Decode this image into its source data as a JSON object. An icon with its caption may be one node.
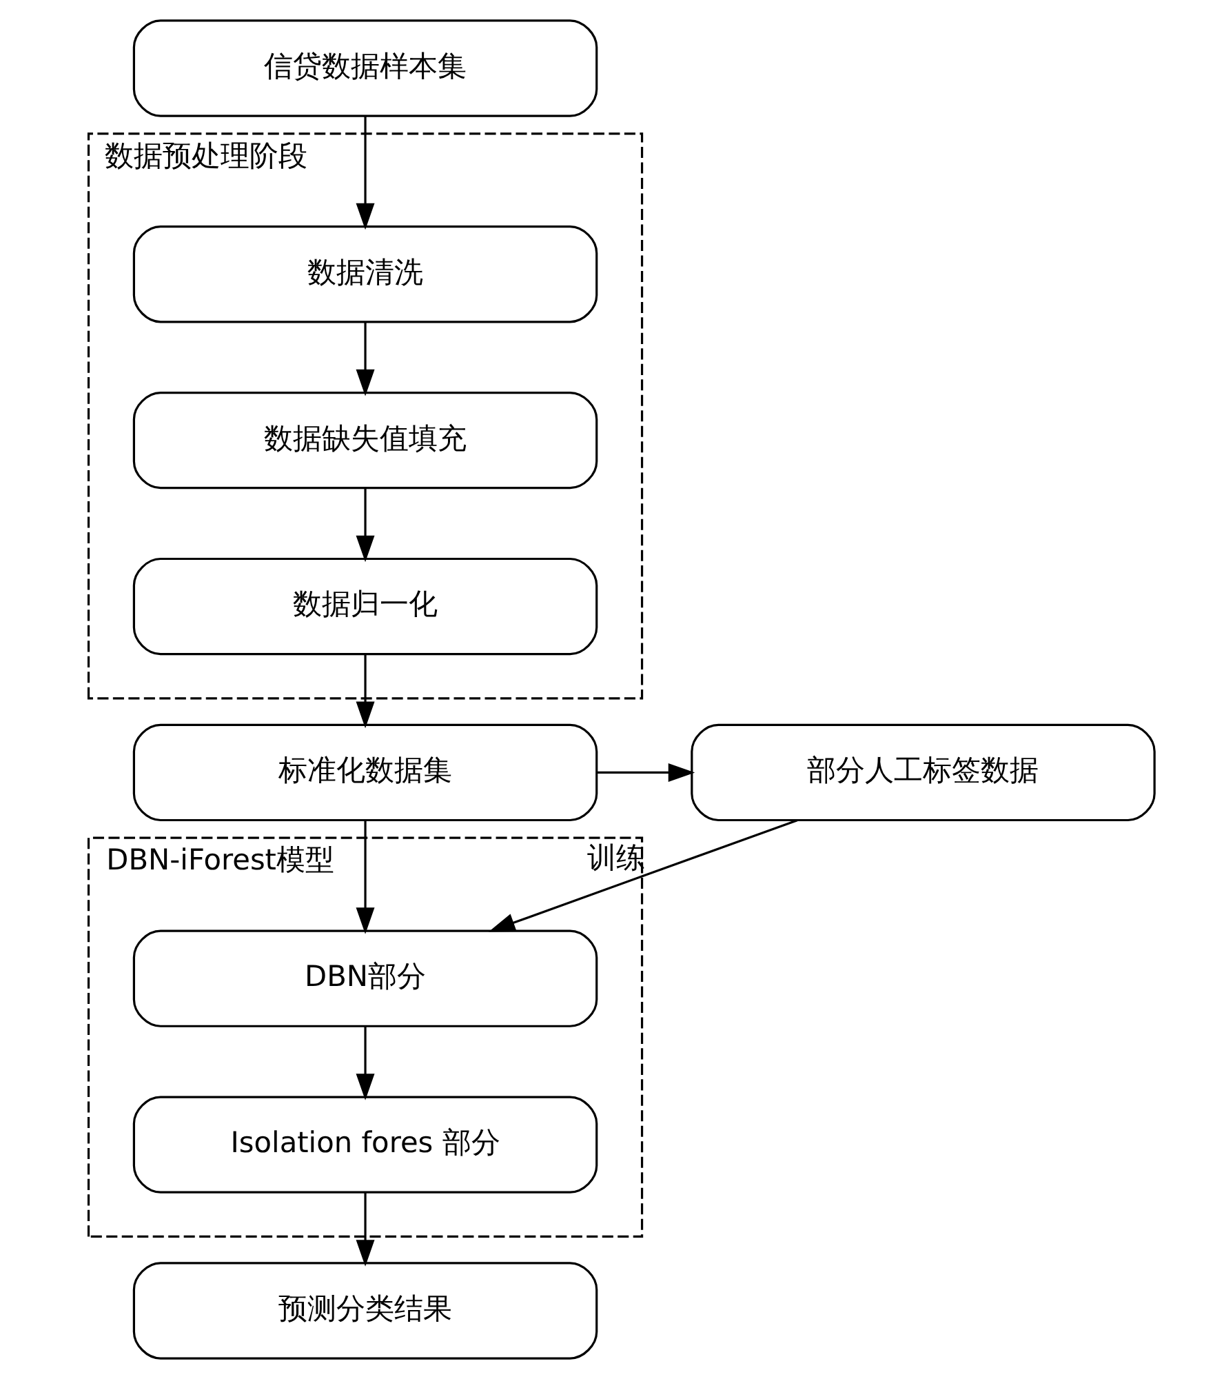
{
  "diagram": {
    "nodes": [
      {
        "text": [
          "数据预处理阶段"
        ]
      },
      {
        "text": [
          "信贷数据样本集"
        ]
      },
      {
        "text": [
          "数据清洗"
        ],
        "in": 0
      },
      {
        "text": [
          "数据缺失值填充"
        ],
        "in": 0
      },
      {
        "text": [
          "数据归一化"
        ],
        "in": 0
      },
      {
        "text": [
          "标准化数据集"
        ]
      },
      {
        "text": [
          "部分人工标签数据"
        ]
      },
      {
        "text": [
          "DBN-iForest模型"
        ]
      },
      {
        "text": [
          "DBN部分"
        ],
        "in": 7
      },
      {
        "text": [
          "Isolation fores 部分"
        ],
        "in": 7
      },
      {
        "text": [
          "预测分类结果"
        ]
      }
    ],
    "edges": [
      {
        "from": 1,
        "to": 2,
        "arrow": "to"
      },
      {
        "from": 2,
        "to": 3,
        "arrow": "to"
      },
      {
        "from": 3,
        "to": 4,
        "arrow": "to"
      },
      {
        "from": 4,
        "to": 5,
        "arrow": "to"
      },
      {
        "from": 5,
        "to": 6,
        "arrow": "to"
      },
      {
        "from": 5,
        "to": 8,
        "arrow": "to"
      },
      {
        "from": 6,
        "to": 8,
        "arrow": "to",
        "label": "训练"
      },
      {
        "from": 8,
        "to": 9,
        "arrow": "to"
      },
      {
        "from": 9,
        "to": 10,
        "arrow": "to"
      }
    ]
  }
}
